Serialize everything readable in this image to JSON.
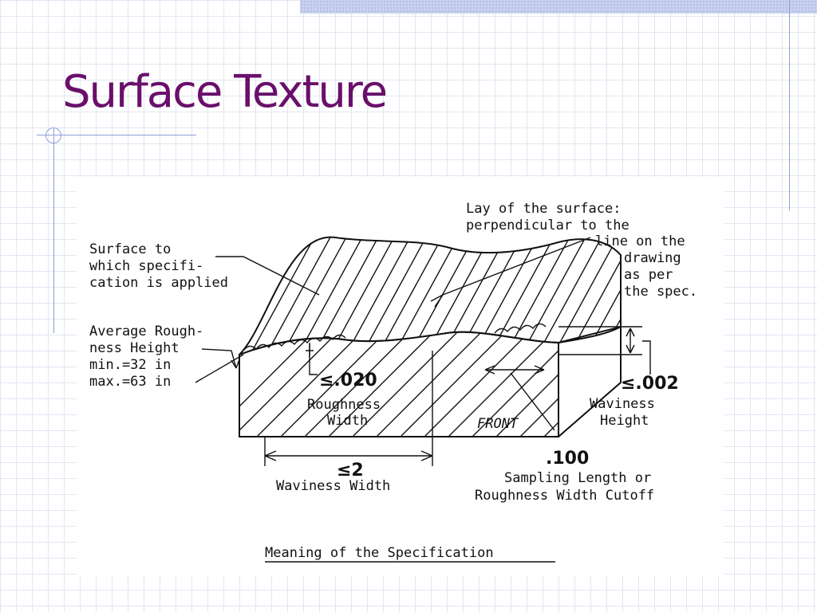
{
  "slide": {
    "title": "Surface Texture"
  },
  "figure": {
    "caption": "Meaning of the Specification",
    "labels": {
      "surface_line1": "Surface to",
      "surface_line2": "which specifi-",
      "surface_line3": "cation is applied",
      "lay_line1": "Lay of the surface:",
      "lay_line2": "perpendicular to the",
      "lay_line3": "line on the",
      "lay_line4": "drawing",
      "lay_line5": "as per",
      "lay_line6": "the spec.",
      "avg_line1": "Average Rough-",
      "avg_line2": "ness Height",
      "avg_line3": "min.=32 in",
      "avg_line4": "max.=63 in",
      "roughness_width_value": "≤.020",
      "roughness_width_line1": "Roughness",
      "roughness_width_line2": "Width",
      "front": "FRONT",
      "waviness_height_value": "≤.002",
      "waviness_height_line1": "Waviness",
      "waviness_height_line2": "Height",
      "waviness_width_value": "≤2",
      "waviness_width_label": "Waviness Width",
      "sampling_value": ".100",
      "sampling_line1": "Sampling Length or",
      "sampling_line2": "Roughness Width Cutoff"
    }
  }
}
